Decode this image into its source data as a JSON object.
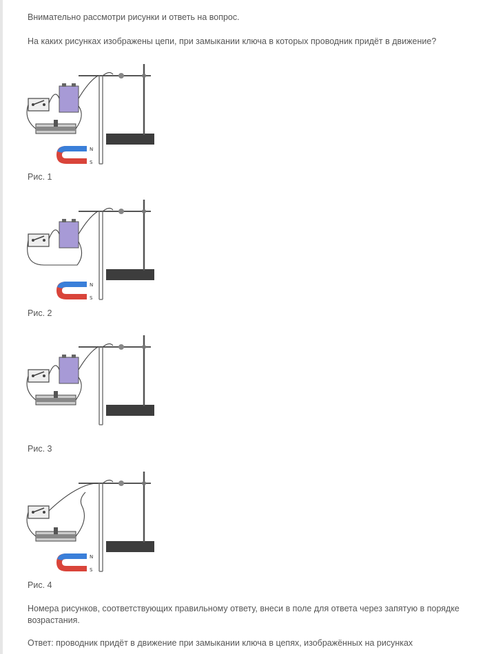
{
  "instruction": "Внимательно рассмотри рисунки и ответь на вопрос.",
  "question": "На каких рисунках изображены цепи, при замыкании ключа в которых проводник придёт в движение?",
  "figures": [
    {
      "caption": "Рис. 1",
      "has_battery": true,
      "has_magnet": true,
      "has_rheostat": true
    },
    {
      "caption": "Рис. 2",
      "has_battery": true,
      "has_magnet": true,
      "has_rheostat": false
    },
    {
      "caption": "Рис. 3",
      "has_battery": true,
      "has_magnet": false,
      "has_rheostat": true
    },
    {
      "caption": "Рис. 4",
      "has_battery": false,
      "has_magnet": true,
      "has_rheostat": true
    }
  ],
  "instruction_answer": "Номера рисунков, соответствующих правильному ответу, внеси в поле для ответа через запятую в порядке возрастания.",
  "answer_prefix": "Ответ: проводник придёт в движение при замыкании ключа в цепях, изображённых на рисунках",
  "colors": {
    "magnet_red": "#d9443a",
    "magnet_blue": "#3a7fd9",
    "battery": "#a79ad6",
    "stand": "#3a3a3a"
  }
}
